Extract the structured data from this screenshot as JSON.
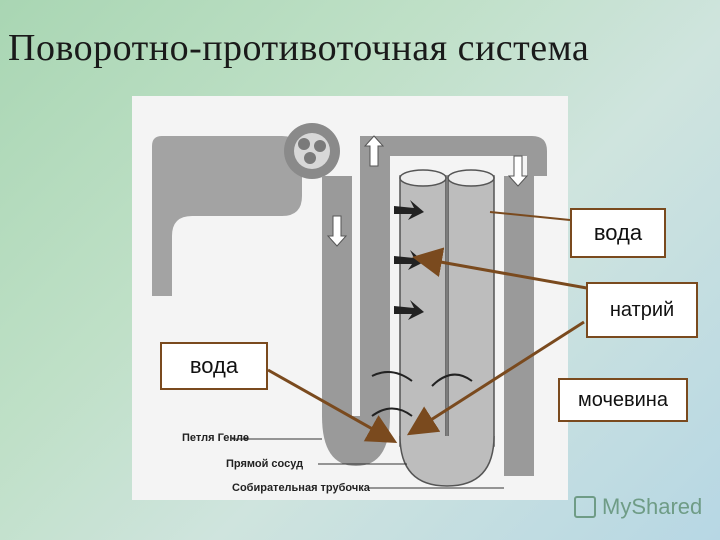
{
  "title": "Поворотно-противоточная система",
  "callouts": {
    "water_top": "вода",
    "sodium": "натрий",
    "water_left": "вода",
    "urea": "мочевина"
  },
  "figure_labels": {
    "loop_of_henle": "Петля Генле",
    "vasa_recta": "Прямой сосуд",
    "collecting_duct": "Собирательная трубочка"
  },
  "watermark": "MyShared",
  "colors": {
    "callout_border": "#7a4a1e",
    "arrow": "#7a4a1e",
    "tubule_fill": "#9a9a9a",
    "background": "#bfe0c7"
  }
}
